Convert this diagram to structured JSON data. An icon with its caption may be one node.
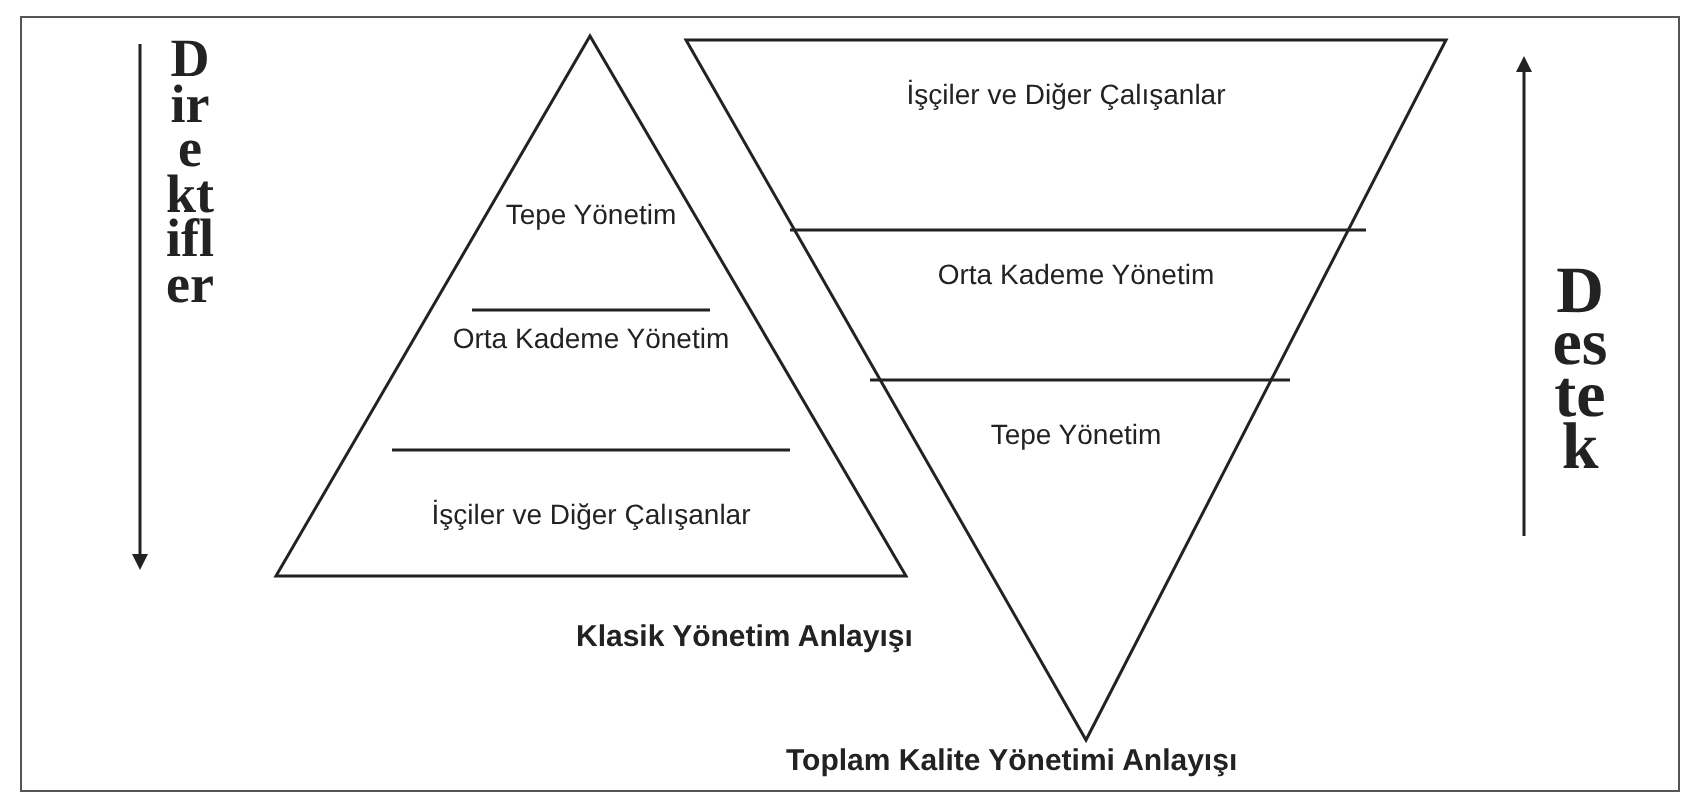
{
  "diagram": {
    "nodes": [
      {
        "text": [
          "Klasik Yönetim Anlayışı"
        ]
      },
      {
        "text": [
          "Tepe Yönetim"
        ],
        "in": 0
      },
      {
        "text": [
          "Orta Kademe Yönetim"
        ],
        "in": 0
      },
      {
        "text": [
          "İşçiler ve Diğer Çalışanlar"
        ],
        "in": 0
      },
      {
        "text": [
          "Toplam Kalite Yönetimi Anlayışı"
        ]
      },
      {
        "text": [
          "İşçiler ve Diğer Çalışanlar"
        ],
        "in": 4
      },
      {
        "text": [
          "Orta Kademe Yönetim"
        ],
        "in": 4
      },
      {
        "text": [
          "Tepe Yönetim"
        ],
        "in": 4
      }
    ],
    "edges": [],
    "labels": [
      "Direktifler",
      "Destek"
    ]
  }
}
